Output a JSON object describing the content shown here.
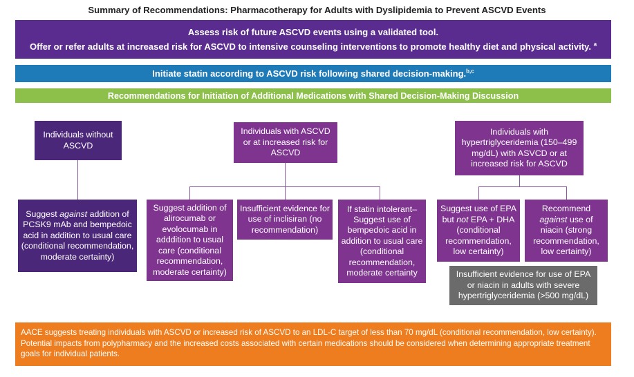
{
  "title": "Summary of Recommendations: Pharmacotherapy for Adults with Dyslipidemia to Prevent ASCVD Events",
  "header_bar": {
    "line1": "Assess risk of future ASCVD events using a validated tool.",
    "line2": "Offer or refer adults at increased risk for ASCVD to intensive counseling interventions to promote healthy diet and physical activity.",
    "line2_sup": "a"
  },
  "statin_bar": {
    "text": "Initiate statin according to ASCVD risk following shared decision-making.",
    "sup": "b,c"
  },
  "additional_bar": {
    "text": "Recommendations for Initiation of Additional Medications with Shared Decision-Making Discussion"
  },
  "groups": {
    "no_ascvd": {
      "header": "Individuals without ASCVD",
      "rec_pre": "Suggest ",
      "rec_em": "against",
      "rec_post": " addition of PCSK9 mAb and bempedoic acid in addition to usual care (conditional recommendation, moderate certainty)"
    },
    "ascvd": {
      "header": "Individuals with ASCVD or at increased risk for ASCVD",
      "rec_pcsk9": "Suggest addition of alirocumab or evolocumab in adddition to usual care (conditional recommendation, moderate certainty)",
      "rec_inclisiran": "Insufficient evidence for use of inclisiran (no recommendation)",
      "rec_bempedoic": "If statin intolerant– Suggest use of bempedoic acid in addition to usual care (conditional recommendation, moderate certainty"
    },
    "htg": {
      "header": "Individuals with hypertriglyceridemia (150–499 mg/dL) with ASVCD or at increased risk for ASCVD",
      "rec_epa_pre": "Suggest use of EPA but ",
      "rec_epa_em": "not",
      "rec_epa_post": " EPA + DHA (conditional recommendation, low certainty)",
      "rec_niacin_pre": "Recommend ",
      "rec_niacin_em": "against",
      "rec_niacin_post": " use of niacin (strong recommendation, low certainty)",
      "severe_note": "Insufficient evidence for use of EPA or niacin in adults with severe hypertriglyceridemia (>500 mg/dL)"
    }
  },
  "footer": "AACE suggests treating individuals with ASCVD or increased risk of ASCVD to an LDL-C target of less than 70 mg/dL (conditional recommendation, low certainty). Potential impacts from polypharmacy and the increased costs associated with certain medications should be considered when determining appropriate treatment goals for individual patients.",
  "colors": {
    "purple_bar": "#5b2c8f",
    "blue_bar": "#1f7ab8",
    "green_bar": "#8cc04b",
    "dark_purple_box": "#4b2779",
    "mid_purple_box": "#7f3490",
    "gray_box": "#6b6b6b",
    "orange_footer": "#ee7d1f"
  }
}
